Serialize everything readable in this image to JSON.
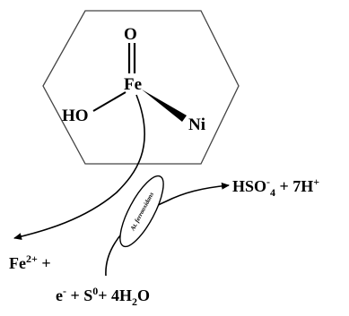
{
  "complex": {
    "center_atom": "Fe",
    "oxo": "O",
    "hydroxyl": "HO",
    "nickel": "Ni"
  },
  "organism": {
    "label": "At. ferrooxidans"
  },
  "products": {
    "sulfate_base": "HSO",
    "sulfate_charge": "-",
    "sulfate_index": "4",
    "plus_protons": " + 7H",
    "proton_charge": "+"
  },
  "iron_product": {
    "base": "Fe",
    "charge": "2+",
    "plus": " +"
  },
  "reactants": {
    "electron": "e",
    "electron_charge": "-",
    "sulfur": " + S",
    "sulfur_state": "0",
    "water": "+ 4H",
    "water_index": "2",
    "water_tail": "O"
  }
}
